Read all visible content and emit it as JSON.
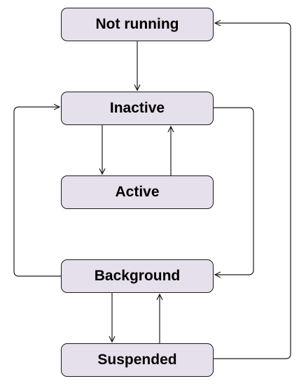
{
  "states": {
    "not_running": "Not running",
    "inactive": "Inactive",
    "active": "Active",
    "background": "Background",
    "suspended": "Suspended"
  },
  "transitions": [
    {
      "from": "Not running",
      "to": "Inactive"
    },
    {
      "from": "Inactive",
      "to": "Active"
    },
    {
      "from": "Active",
      "to": "Inactive"
    },
    {
      "from": "Inactive",
      "to": "Background"
    },
    {
      "from": "Background",
      "to": "Inactive"
    },
    {
      "from": "Background",
      "to": "Suspended"
    },
    {
      "from": "Suspended",
      "to": "Background"
    },
    {
      "from": "Suspended",
      "to": "Not running"
    }
  ],
  "colors": {
    "state_fill": "#e6dfec",
    "state_border": "#1a1a1a",
    "connector": "#1a1a1a"
  }
}
